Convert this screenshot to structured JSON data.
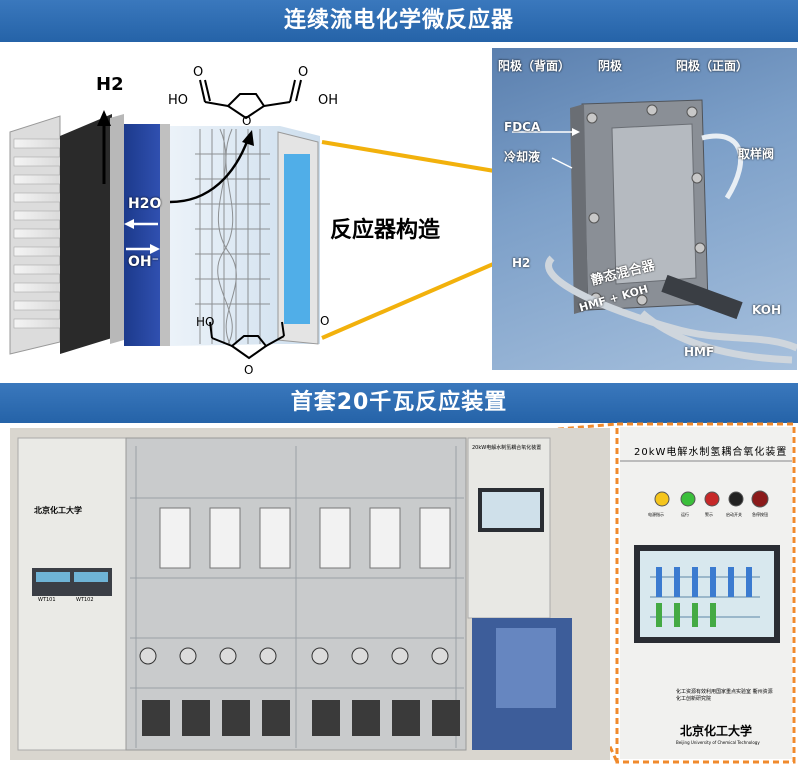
{
  "top_banner": {
    "title": "连续流电化学微反应器"
  },
  "bottom_banner": {
    "title": "首套20千瓦反应装置"
  },
  "schematic": {
    "h2": "H2",
    "h2o": "H2O",
    "oh": "OH⁻",
    "ho_top_left": "HO",
    "oh_top_right": "OH",
    "ho_bottom": "HO",
    "o_bottom": "O",
    "caption": "反应器构造"
  },
  "reactor_photo": {
    "anode_back": "阳极（背面）",
    "cathode": "阴极",
    "anode_front": "阳极（正面）",
    "fdca": "FDCA",
    "coolant": "冷却液",
    "sample_valve": "取样阀",
    "h2": "H2",
    "mixer": "静态混合器",
    "hmf_koh": "HMF + KOH",
    "koh": "KOH",
    "hmf": "HMF"
  },
  "device_photo": {
    "small_header": "20kW电解水制氢耦合氧化装置",
    "logo": "北京化工大学",
    "meter1": "WT101",
    "meter2": "WT102"
  },
  "zoom_panel": {
    "title": "20kW电解水制氢耦合氧化装置",
    "indicators": [
      "电源指示",
      "运行",
      "警示",
      "启动开关",
      "急停按钮"
    ],
    "org_text": "化工资源有效利用国家重点实验室 衢州资源化工创新研究院",
    "logo": "北京化工大学",
    "logo_en": "Beijing University of Chemical Technology"
  },
  "colors": {
    "banner": "#2e6db4",
    "accent": "#e8a33a",
    "orange_dashed": "#f08a2c"
  }
}
